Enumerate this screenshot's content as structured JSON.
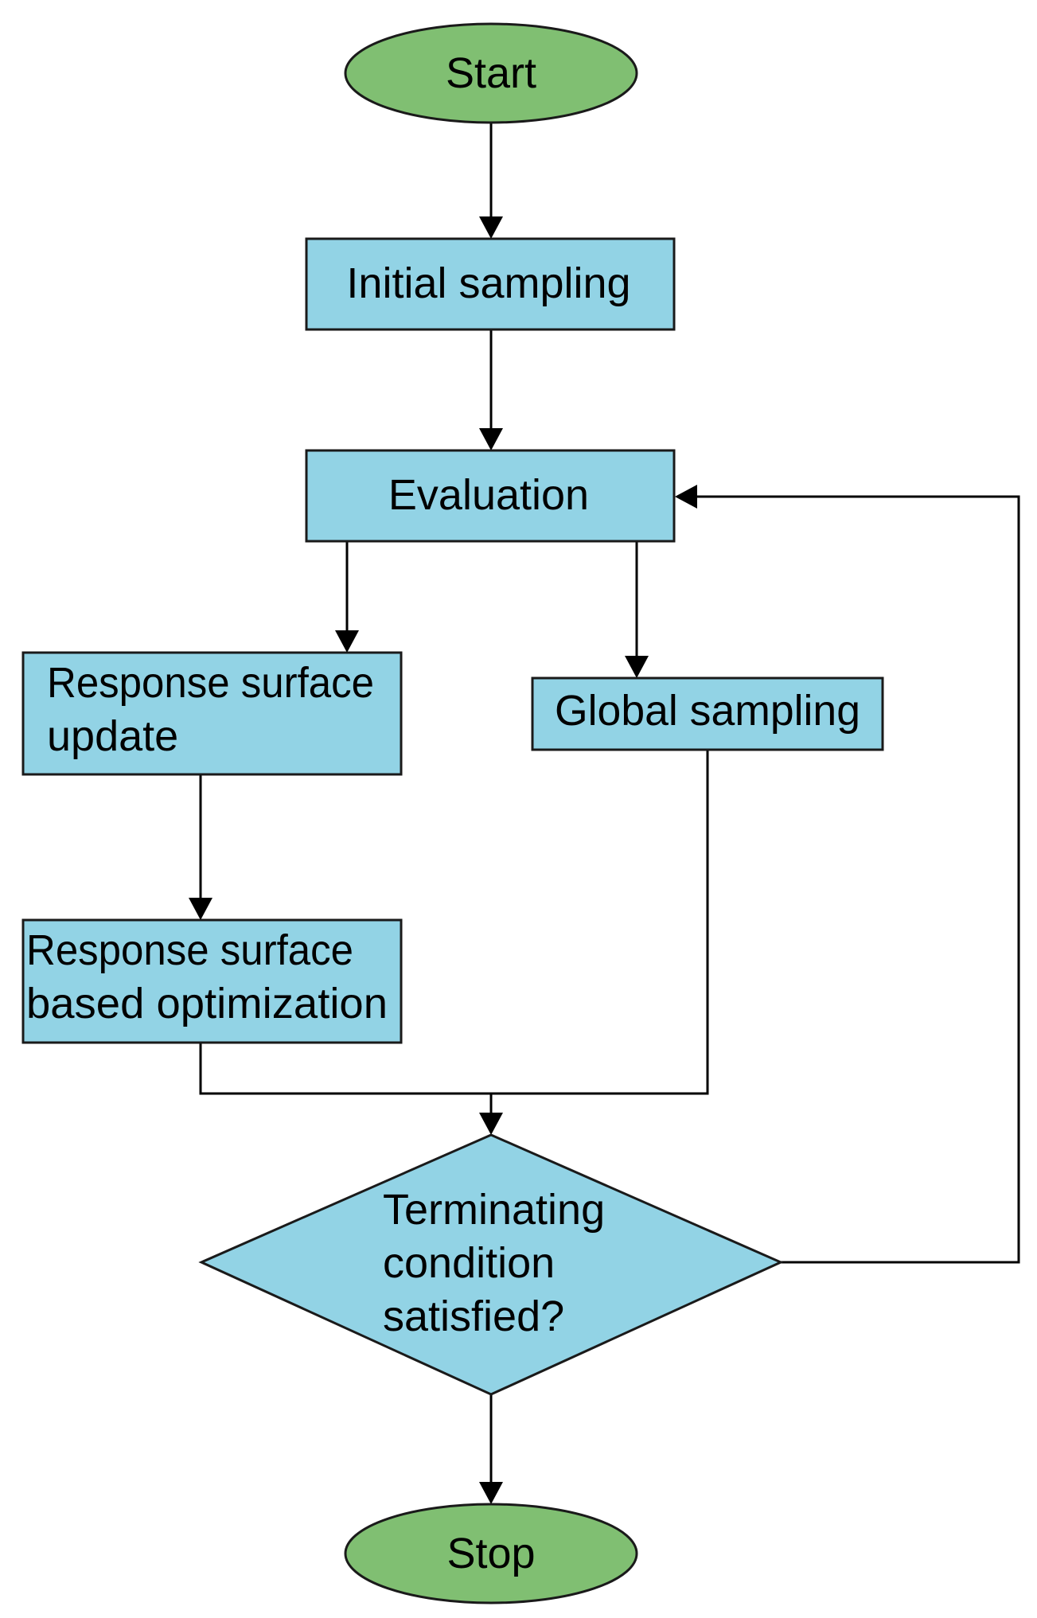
{
  "colors": {
    "terminal_fill": "#80bf72",
    "process_fill": "#92d3e5",
    "stroke": "#1a1a1a",
    "arrow": "#000000"
  },
  "nodes": {
    "start": {
      "label": "Start",
      "shape": "ellipse"
    },
    "initial_sampling": {
      "label": "Initial sampling",
      "shape": "rectangle"
    },
    "evaluation": {
      "label": "Evaluation",
      "shape": "rectangle"
    },
    "response_surface_update": {
      "line1": "Response surface",
      "line2": "update",
      "shape": "rectangle"
    },
    "global_sampling": {
      "label": "Global sampling",
      "shape": "rectangle"
    },
    "response_surface_optimization": {
      "line1": "Response surface",
      "line2": "based optimization",
      "shape": "rectangle"
    },
    "terminating_condition": {
      "line1": "Terminating",
      "line2": "condition",
      "line3": "satisfied?",
      "shape": "diamond"
    },
    "stop": {
      "label": "Stop",
      "shape": "ellipse"
    }
  },
  "edges": [
    {
      "from": "start",
      "to": "initial_sampling"
    },
    {
      "from": "initial_sampling",
      "to": "evaluation"
    },
    {
      "from": "evaluation",
      "to": "response_surface_update"
    },
    {
      "from": "evaluation",
      "to": "global_sampling"
    },
    {
      "from": "response_surface_update",
      "to": "response_surface_optimization"
    },
    {
      "from": "response_surface_optimization",
      "to": "terminating_condition"
    },
    {
      "from": "global_sampling",
      "to": "terminating_condition"
    },
    {
      "from": "terminating_condition",
      "to": "evaluation"
    },
    {
      "from": "terminating_condition",
      "to": "stop"
    }
  ]
}
